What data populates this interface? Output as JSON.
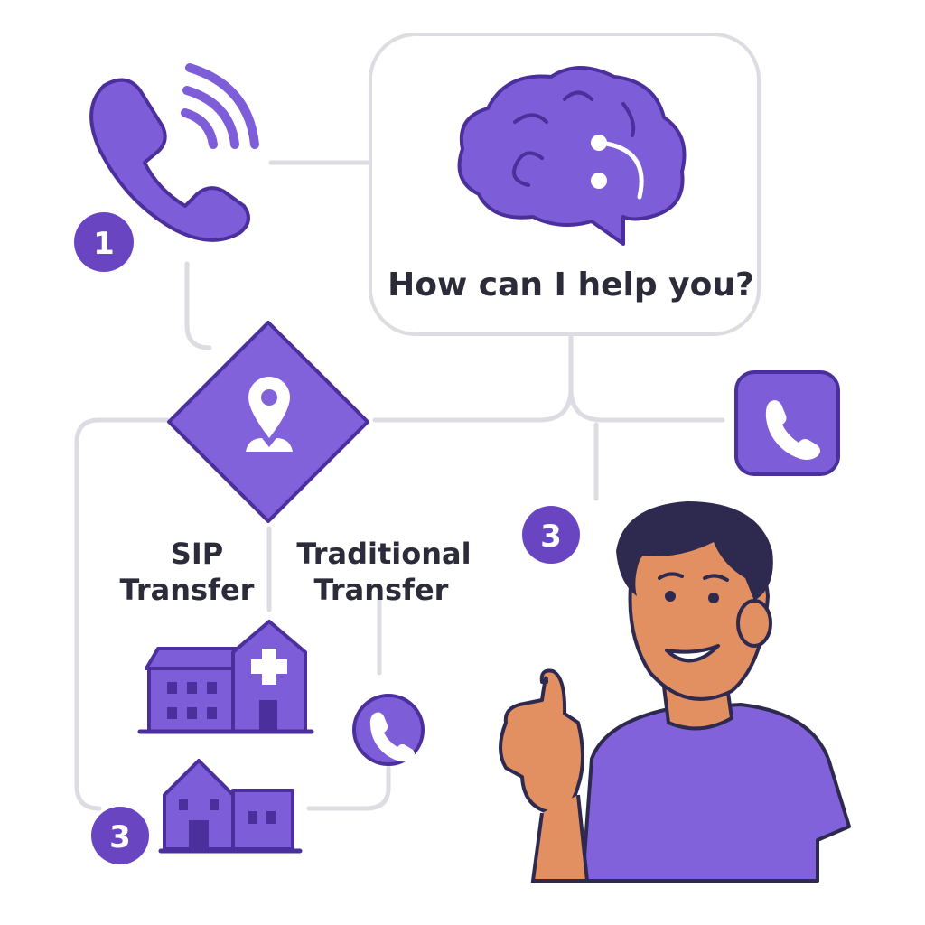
{
  "assistant_box": {
    "prompt": "How can I help you?"
  },
  "badges": {
    "step1": "1",
    "step3_right": "3",
    "step3_left": "3"
  },
  "transfer": {
    "sip_line1": "SIP",
    "sip_line2": "Transfer",
    "traditional_line1": "Traditional",
    "traditional_line2": "Transfer"
  },
  "icons": [
    "phone-ringing-icon",
    "brain-icon",
    "location-pin-icon",
    "phone-square-icon",
    "hospital-icon",
    "phone-circle-icon",
    "house-icon",
    "person-thumbs-up"
  ],
  "colors": {
    "accent": "#7d5ed8",
    "outline": "#4b2f9c",
    "badge": "#6a45c2",
    "connector": "#dcdce2",
    "text": "#2b2b3a",
    "skin": "#e28f62",
    "hair": "#2e2a4f"
  }
}
